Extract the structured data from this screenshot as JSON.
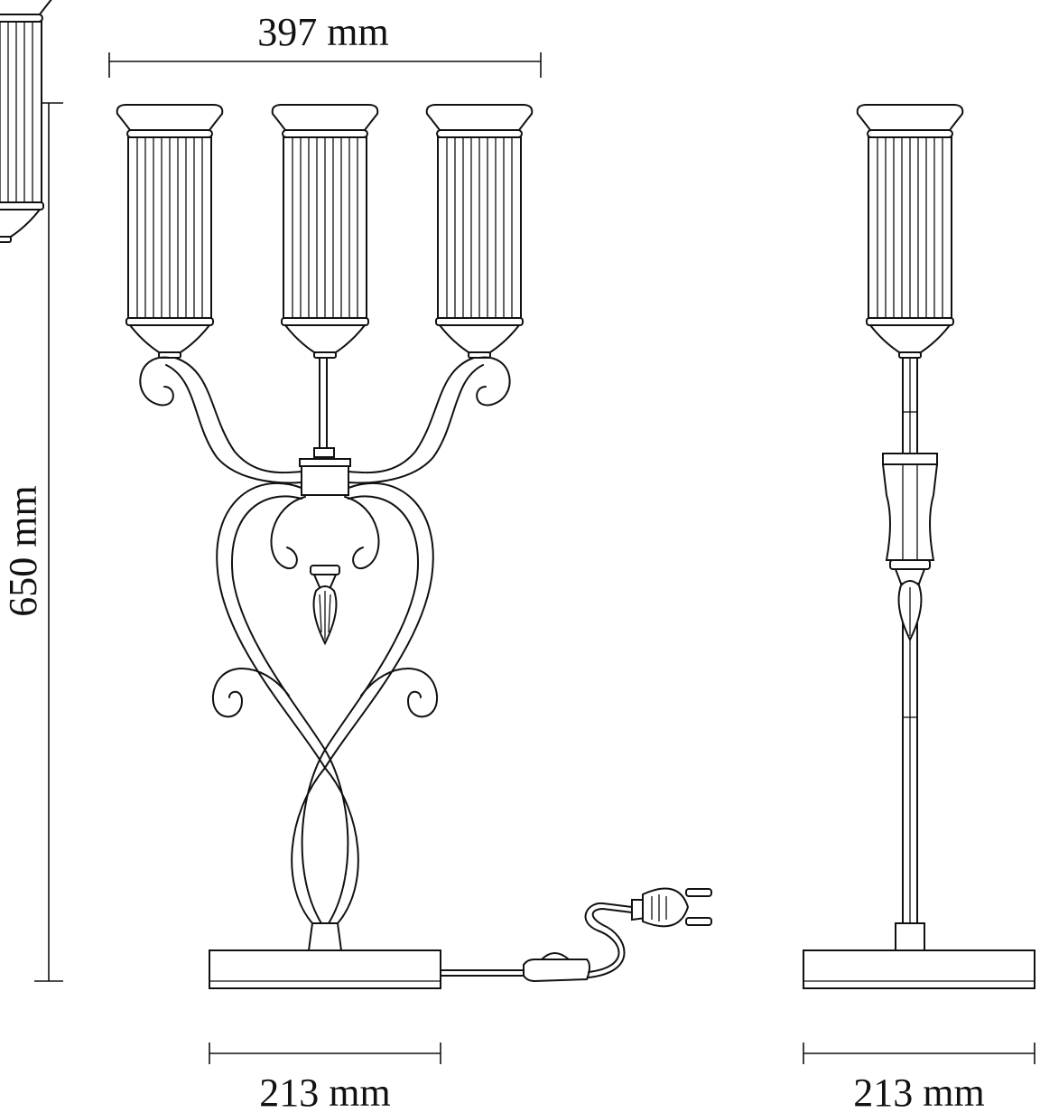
{
  "dimensions": {
    "top_width": "397 mm",
    "height": "650 mm",
    "front_base_width": "213 mm",
    "side_base_width": "213 mm"
  },
  "colors": {
    "line": "#111111",
    "background": "#ffffff"
  }
}
